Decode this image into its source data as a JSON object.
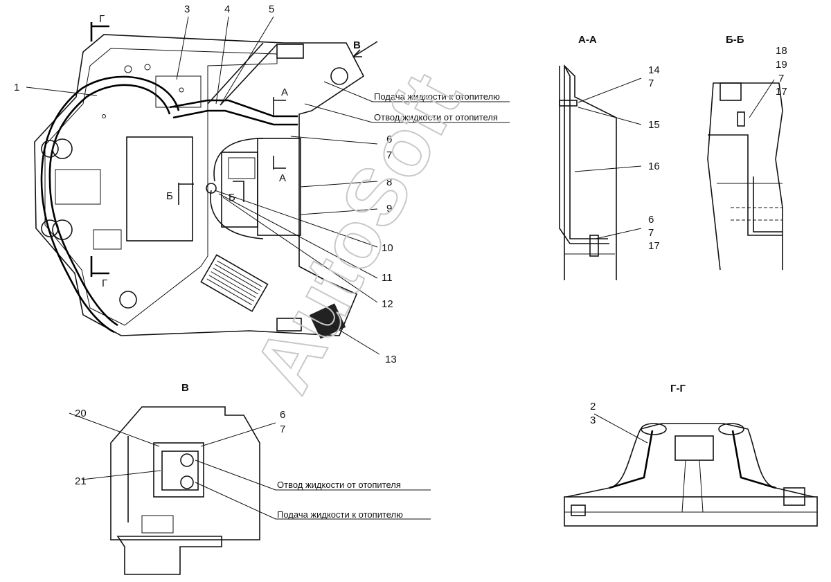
{
  "views": {
    "main": {
      "callouts": [
        "1",
        "3",
        "4",
        "5",
        "6",
        "7",
        "8",
        "9",
        "10",
        "11",
        "12",
        "13"
      ],
      "section_markers": {
        "g": "Г",
        "a": "А",
        "b": "Б",
        "v": "В"
      },
      "notes": {
        "supply": "Подача жидкости к отопителю",
        "return": "Отвод жидкости от отопителя"
      }
    },
    "aa": {
      "title": "А-А",
      "callouts": [
        "14",
        "7",
        "15",
        "16",
        "6",
        "7",
        "17"
      ]
    },
    "bb": {
      "title": "Б-Б",
      "callouts": [
        "18",
        "19",
        "7",
        "17"
      ]
    },
    "v": {
      "title": "В",
      "callouts": [
        "6",
        "7",
        "20",
        "21"
      ],
      "notes": {
        "return": "Отвод жидкости от отопителя",
        "supply": "Подача жидкости к отопителю"
      }
    },
    "gg": {
      "title": "Г-Г",
      "callouts": [
        "2",
        "3"
      ]
    }
  },
  "watermark": "AutoSoft"
}
